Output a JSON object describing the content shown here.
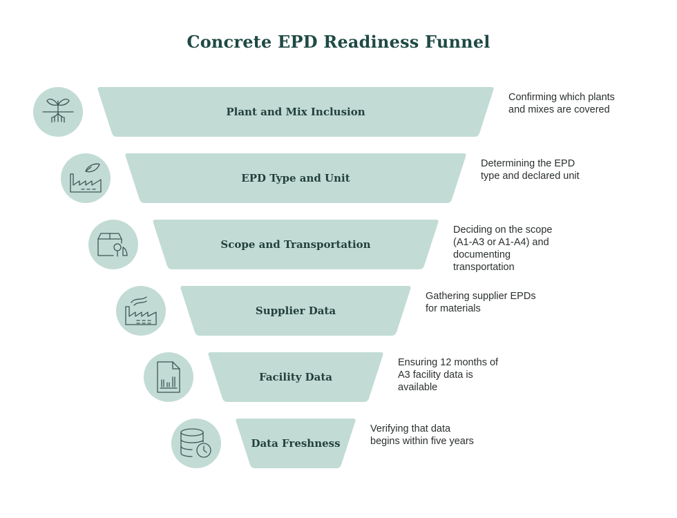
{
  "title": "Concrete EPD Readiness Funnel",
  "colors": {
    "band": "#c2dbd5",
    "icon_bg": "#c2dbd5",
    "icon_stroke": "#3e5552",
    "title": "#1f4a44"
  },
  "stages": [
    {
      "label": "Plant and Mix Inclusion",
      "desc": [
        "Confirming which plants",
        "and mixes are covered"
      ],
      "icon": "seedling-icon"
    },
    {
      "label": "EPD Type and Unit",
      "desc": [
        "Determining the EPD",
        "type and declared unit"
      ],
      "icon": "factory-leaf-icon"
    },
    {
      "label": "Scope and Transportation",
      "desc": [
        "Deciding on the scope",
        "(A1-A3 or A1-A4) and",
        "documenting",
        "transportation"
      ],
      "icon": "box-tree-icon"
    },
    {
      "label": "Supplier Data",
      "desc": [
        "Gathering supplier EPDs",
        "for materials"
      ],
      "icon": "factory-smoke-icon"
    },
    {
      "label": "Facility Data",
      "desc": [
        "Ensuring 12 months of",
        "A3 facility data is",
        "available"
      ],
      "icon": "document-chart-icon"
    },
    {
      "label": "Data Freshness",
      "desc": [
        "Verifying that data",
        "begins within five years"
      ],
      "icon": "database-clock-icon"
    }
  ]
}
